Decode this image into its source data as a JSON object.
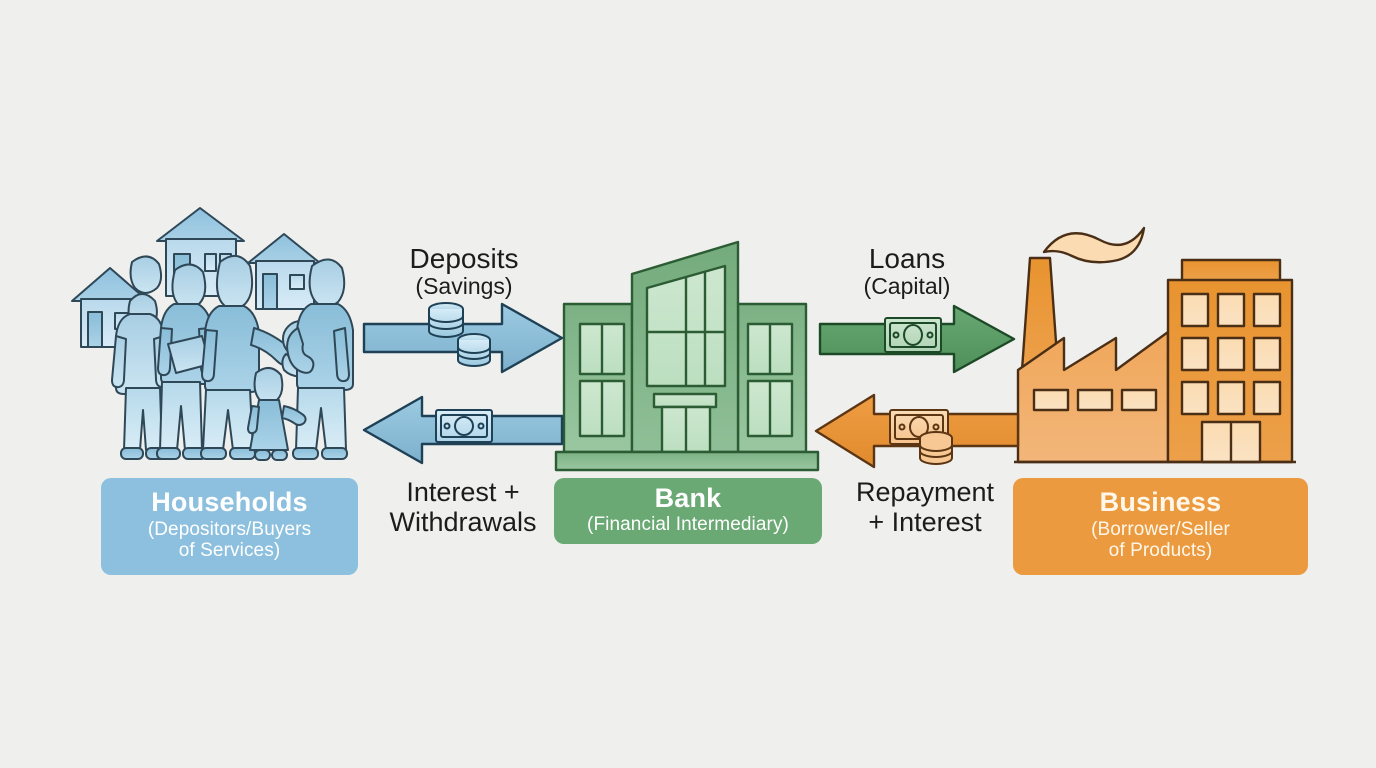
{
  "diagram": {
    "background_color": "#efefee",
    "nodes": [
      {
        "id": "households",
        "title": "Households",
        "subtitle_line1": "(Depositors/Buyers",
        "subtitle_line2": "of Services)",
        "color": "#8cc0de",
        "illustration": "family-and-houses"
      },
      {
        "id": "bank",
        "title": "Bank",
        "subtitle_line1": "(Financial Intermediary)",
        "subtitle_line2": "",
        "color": "#6aa874",
        "illustration": "bank-building"
      },
      {
        "id": "business",
        "title": "Business",
        "subtitle_line1": "(Borrower/Seller",
        "subtitle_line2": "of Products)",
        "color": "#eb9a3f",
        "illustration": "factory-building"
      }
    ],
    "flows": [
      {
        "id": "deposits",
        "main": "Deposits",
        "sub": "(Savings)",
        "direction": "right",
        "from": "households",
        "to": "bank",
        "color": "#8cbfdb",
        "money_icons": [
          "coin-stack",
          "coin-stack"
        ]
      },
      {
        "id": "interest-withdrawals",
        "main": "Interest +",
        "sub": "Withdrawals",
        "direction": "left",
        "from": "bank",
        "to": "households",
        "color": "#8cbfdb",
        "money_icons": [
          "banknote"
        ]
      },
      {
        "id": "loans",
        "main": "Loans",
        "sub": "(Capital)",
        "direction": "right",
        "from": "bank",
        "to": "business",
        "color": "#55985f",
        "money_icons": [
          "banknote"
        ]
      },
      {
        "id": "repayment-interest",
        "main": "Repayment",
        "sub": "+ Interest",
        "direction": "left",
        "from": "business",
        "to": "bank",
        "color": "#e8903a",
        "money_icons": [
          "banknote",
          "coin-stack"
        ]
      }
    ]
  }
}
